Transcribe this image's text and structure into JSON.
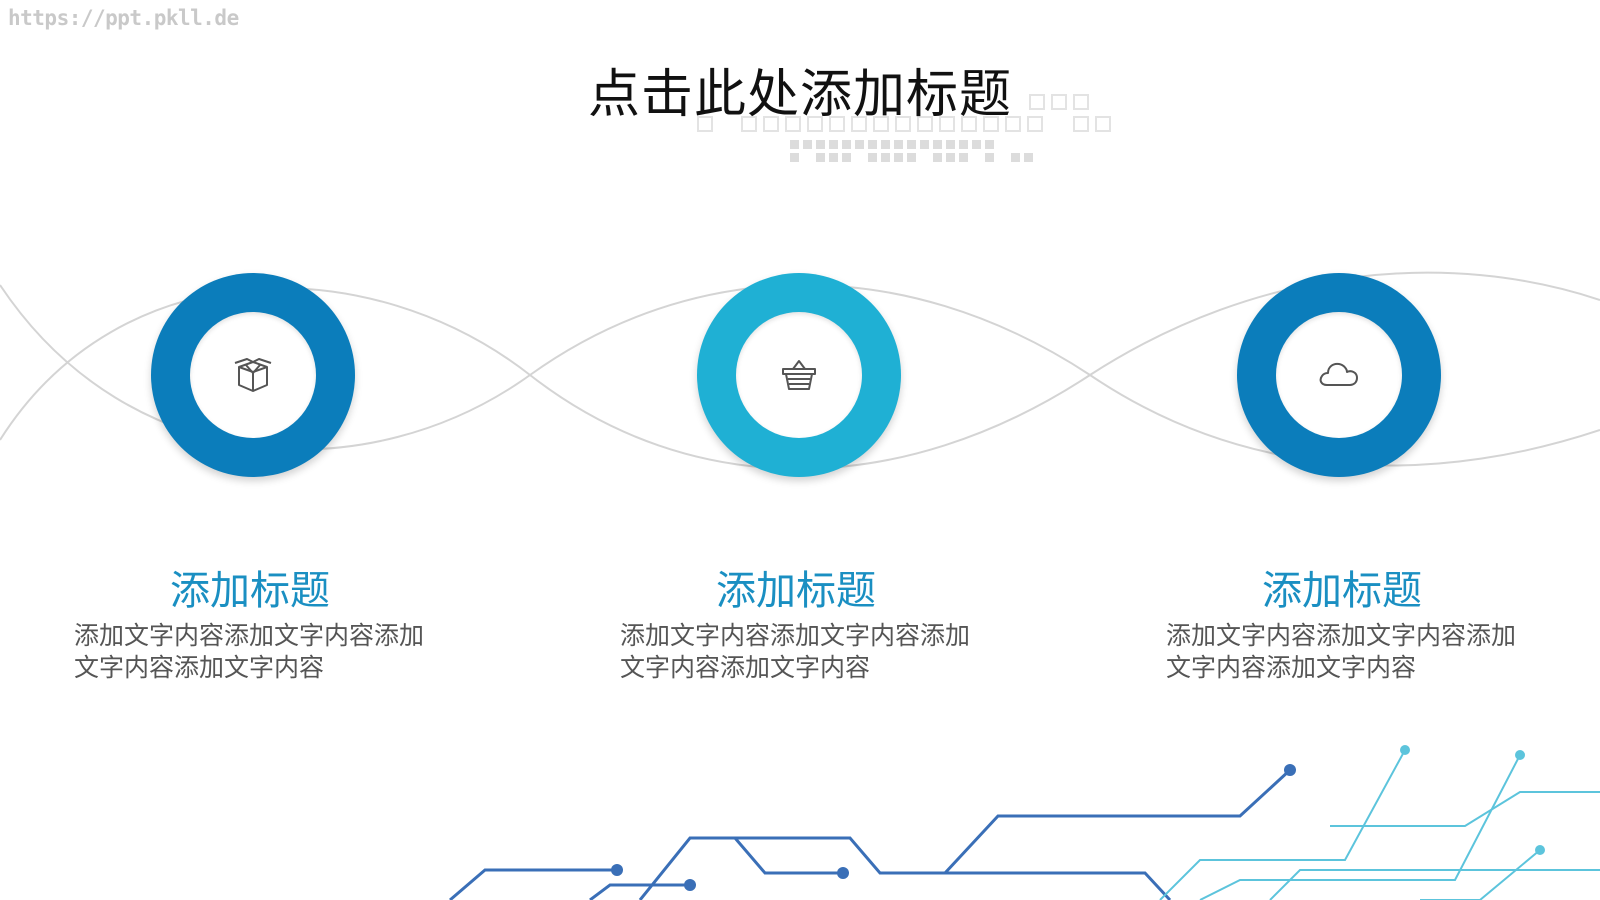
{
  "watermark": "https://ppt.pkll.de",
  "title": "点击此处添加标题",
  "colors": {
    "dark_blue": "#0b7dbb",
    "light_blue": "#1fb0d4",
    "title_blue": "#1a8fc2",
    "text_gray": "#555555",
    "circuit_dark": "#3a6fb7",
    "circuit_light": "#5cc4dc"
  },
  "features": [
    {
      "icon": "box-icon",
      "title": "添加标题",
      "text": "添加文字内容添加文字内容添加文字内容添加文字内容"
    },
    {
      "icon": "basket-icon",
      "title": "添加标题",
      "text": "添加文字内容添加文字内容添加文字内容添加文字内容"
    },
    {
      "icon": "cloud-icon",
      "title": "添加标题",
      "text": "添加文字内容添加文字内容添加文字内容添加文字内容"
    }
  ]
}
